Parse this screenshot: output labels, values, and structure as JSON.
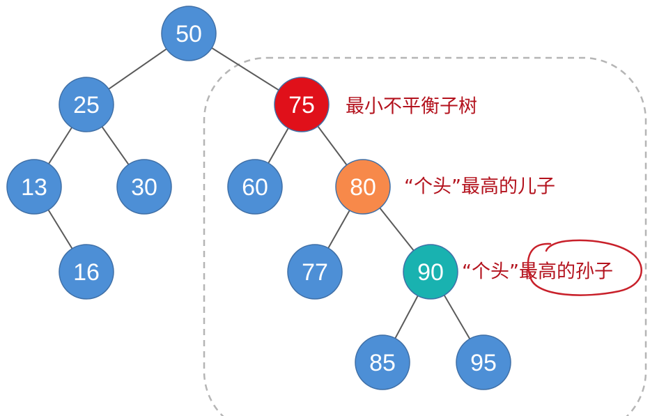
{
  "tree": {
    "nodes": [
      {
        "id": "n50",
        "label": "50",
        "color": "#4d8fd6"
      },
      {
        "id": "n25",
        "label": "25",
        "color": "#4d8fd6"
      },
      {
        "id": "n75",
        "label": "75",
        "color": "#e0101a"
      },
      {
        "id": "n13",
        "label": "13",
        "color": "#4d8fd6"
      },
      {
        "id": "n30",
        "label": "30",
        "color": "#4d8fd6"
      },
      {
        "id": "n60",
        "label": "60",
        "color": "#4d8fd6"
      },
      {
        "id": "n80",
        "label": "80",
        "color": "#f7894a"
      },
      {
        "id": "n16",
        "label": "16",
        "color": "#4d8fd6"
      },
      {
        "id": "n77",
        "label": "77",
        "color": "#4d8fd6"
      },
      {
        "id": "n90",
        "label": "90",
        "color": "#19b2b0"
      },
      {
        "id": "n85",
        "label": "85",
        "color": "#4d8fd6"
      },
      {
        "id": "n95",
        "label": "95",
        "color": "#4d8fd6"
      }
    ],
    "edges": [
      [
        "n50",
        "n25"
      ],
      [
        "n50",
        "n75"
      ],
      [
        "n25",
        "n13"
      ],
      [
        "n25",
        "n30"
      ],
      [
        "n13",
        "n16"
      ],
      [
        "n75",
        "n60"
      ],
      [
        "n75",
        "n80"
      ],
      [
        "n80",
        "n77"
      ],
      [
        "n80",
        "n90"
      ],
      [
        "n90",
        "n85"
      ],
      [
        "n90",
        "n95"
      ]
    ]
  },
  "annotations": {
    "min_unbalanced_subtree": "最小不平衡子树",
    "tallest_child": "“个头”最高的儿子",
    "tallest_grandchild": "“个头”最高的孙子"
  },
  "colors": {
    "default_node": "#4d8fd6",
    "unbalanced_root": "#e0101a",
    "tallest_child": "#f7894a",
    "tallest_grandchild": "#19b2b0",
    "annotation_text": "#b3121d",
    "handwritten_circle": "#c8202a",
    "subtree_border": "#b5b5b5"
  }
}
